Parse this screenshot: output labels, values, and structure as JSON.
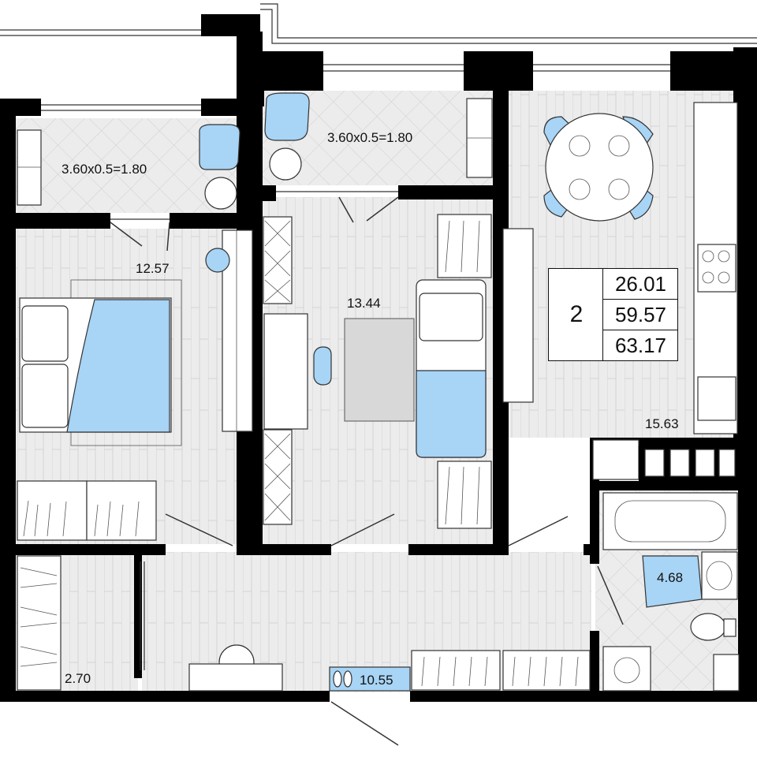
{
  "plan": {
    "balcony_left_label": "3.60x0.5=1.80",
    "balcony_mid_label": "3.60x0.5=1.80",
    "bedroom_area": "12.57",
    "room_area": "13.44",
    "kitchen_area": "15.63",
    "bathroom_area": "4.68",
    "closet_area": "2.70",
    "hall_area": "10.55"
  },
  "summary": {
    "rooms": "2",
    "living_area": "26.01",
    "total_area": "59.57",
    "total_with_balconies": "63.17"
  },
  "colors": {
    "accent_blue": "#a8d4f5",
    "wall": "#000000",
    "floor_grey": "#e6e6e6"
  }
}
